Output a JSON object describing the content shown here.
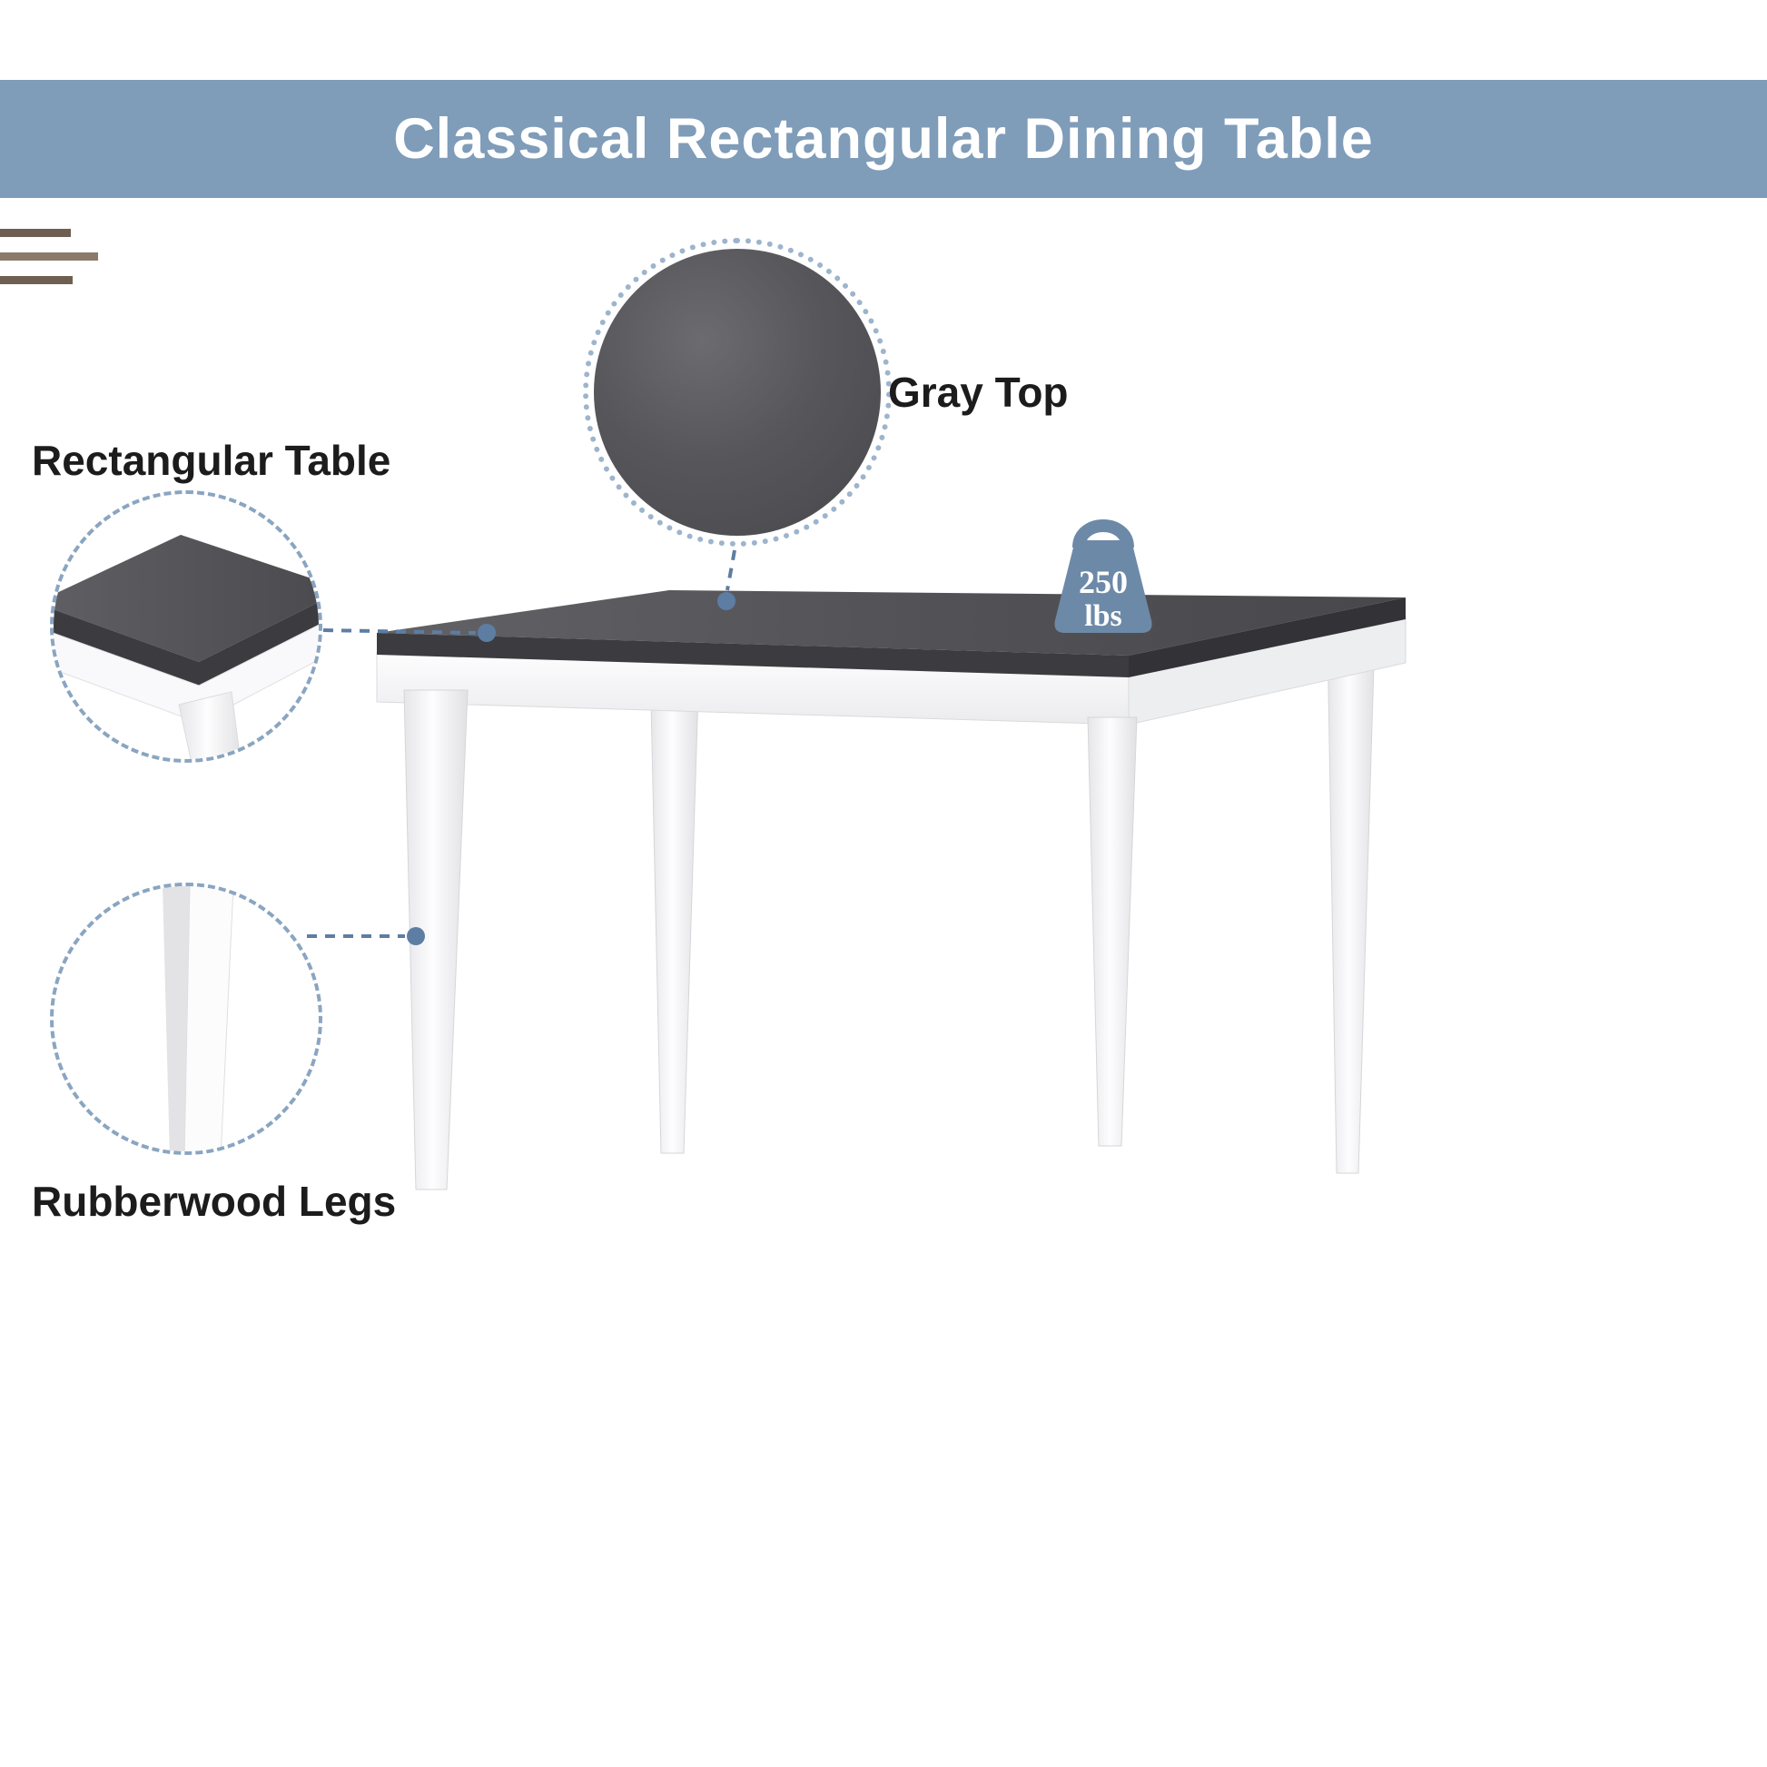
{
  "header": {
    "title": "Classical Rectangular Dining Table"
  },
  "labels": {
    "gray_top": "Gray Top",
    "rectangular_table": "Rectangular Table",
    "rubberwood_legs": "Rubberwood Legs"
  },
  "weight_badge": {
    "value": "250",
    "unit": "lbs"
  },
  "icons": {
    "weight": "weight-icon",
    "decorative_lines": "decorative-lines",
    "gray_top_swatch": "gray-top-swatch-circle"
  },
  "colors": {
    "banner_blue": "#7f9cb9",
    "connector_blue": "#5d7da3",
    "callout_dash_blue": "#8aa5c0",
    "table_top_gray": "#515155",
    "table_edge_gray": "#3c3c40",
    "leg_white": "#ffffff",
    "decorative_brown": "#6f5f50"
  }
}
